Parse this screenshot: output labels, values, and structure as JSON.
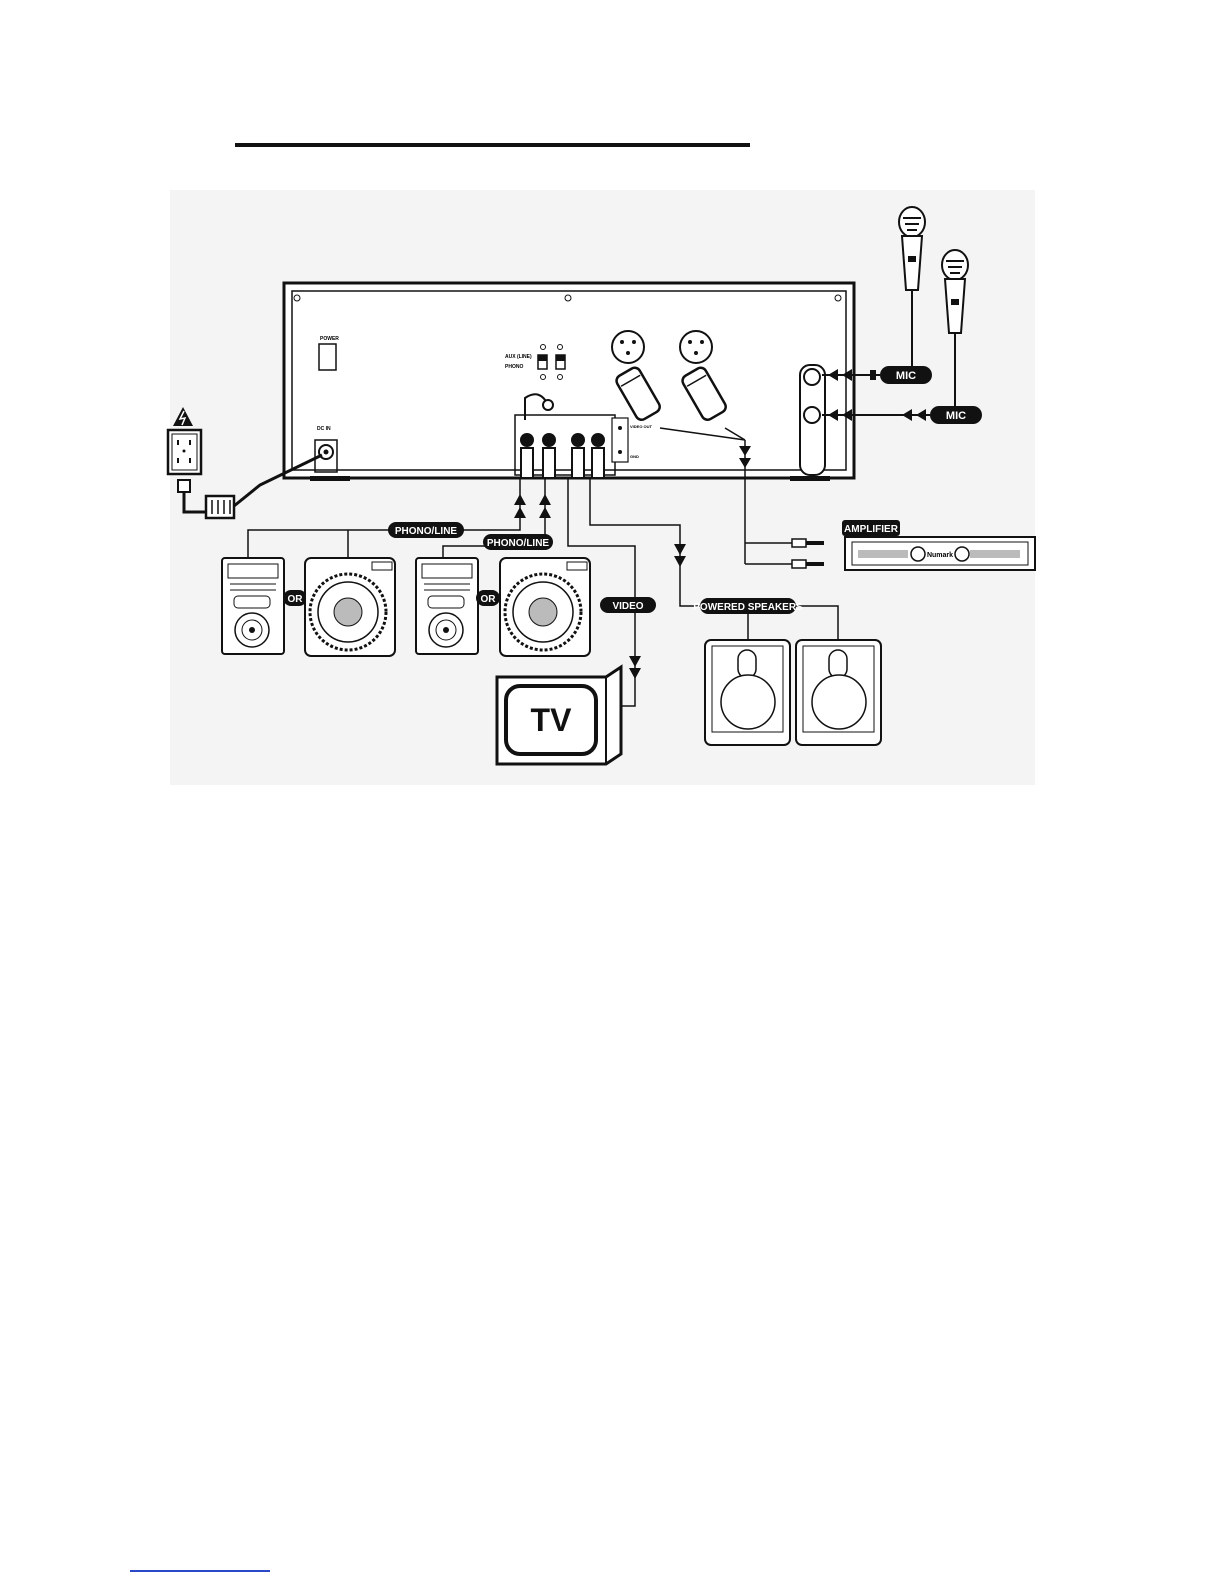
{
  "labels": {
    "phono_line_1": "PHONO/LINE",
    "phono_line_2": "PHONO/LINE",
    "or_1": "OR",
    "or_2": "OR",
    "video": "VIDEO",
    "tv": "TV",
    "powered_speakers": "POWERED SPEAKERS",
    "amplifier": "AMPLIFIER",
    "mic_1": "MIC",
    "mic_2": "MIC"
  },
  "panel": {
    "power": "POWER",
    "dc_in": "DC IN",
    "switch_1": "AUX (LINE)",
    "switch_2": "PHONO",
    "video_out": "VIDEO OUT",
    "ground": "GND"
  },
  "amplifier_brand": "Numark",
  "icons": {
    "warning": "electrical-hazard-icon",
    "outlet": "power-outlet-icon",
    "adapter": "power-adapter-icon",
    "microphone": "microphone-icon",
    "cd_player": "cd-player-icon",
    "turntable": "turntable-icon",
    "speaker": "speaker-icon",
    "tv": "television-icon",
    "amplifier": "amplifier-icon"
  }
}
